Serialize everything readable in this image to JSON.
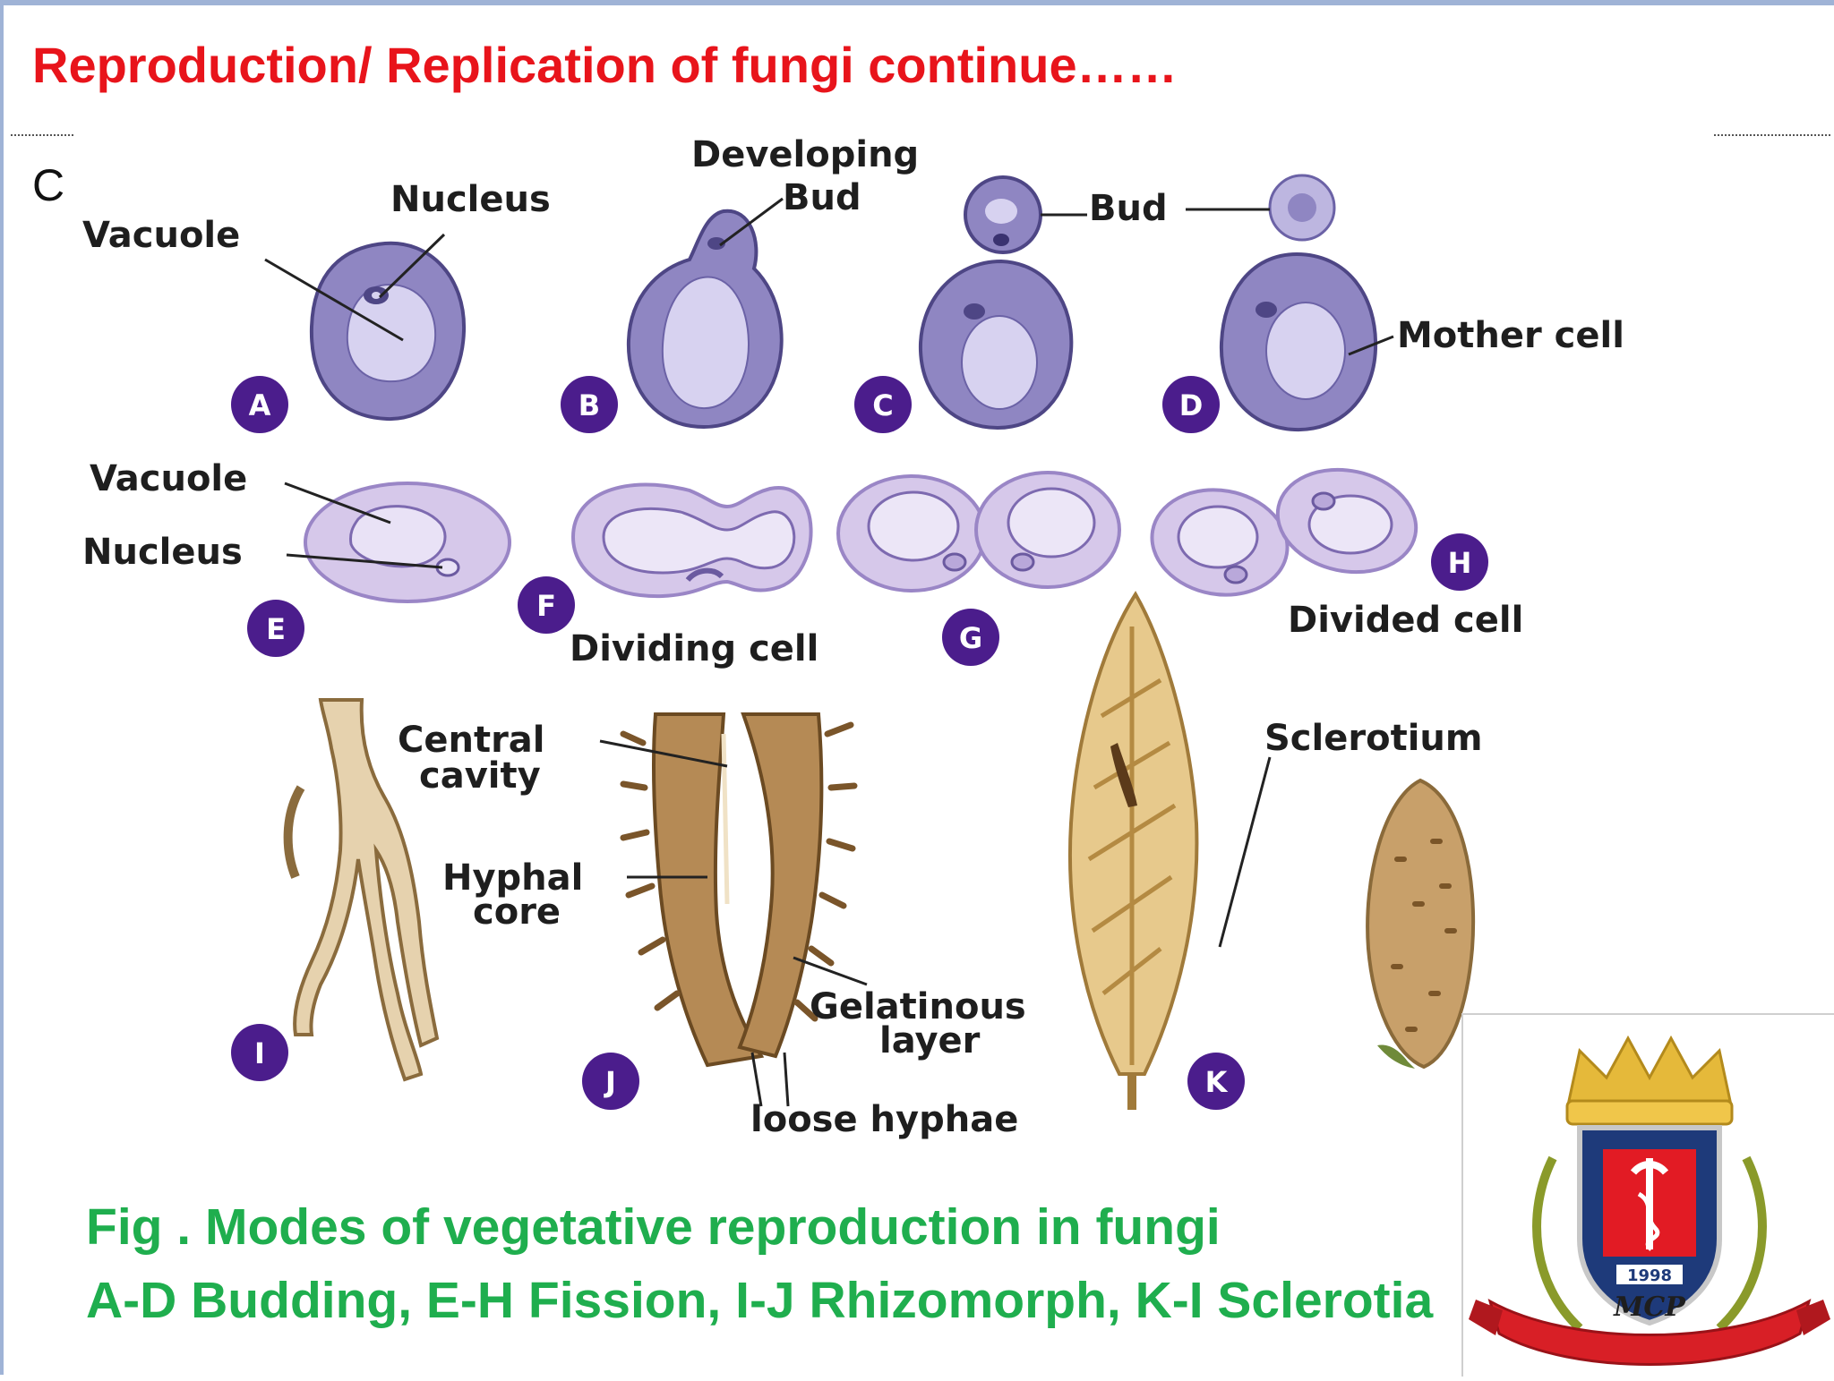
{
  "slide": {
    "title": "Reproduction/ Replication of fungi continue……",
    "letter": "C"
  },
  "labels": {
    "vacuole_a": "Vacuole",
    "nucleus_a": "Nucleus",
    "developing": "Developing",
    "bud_b": "Bud",
    "bud_c": "Bud",
    "mother_cell": "Mother cell",
    "vacuole_e": "Vacuole",
    "nucleus_e": "Nucleus",
    "dividing_cell": "Dividing cell",
    "divided_cell": "Divided cell",
    "central": "Central",
    "cavity": "cavity",
    "hyphal": "Hyphal",
    "core": "core",
    "gelatinous": "Gelatinous",
    "layer": "layer",
    "loose_hyphae": "loose hyphae",
    "sclerotium": "Sclerotium"
  },
  "badges": [
    "A",
    "B",
    "C",
    "D",
    "E",
    "F",
    "G",
    "H",
    "I",
    "J",
    "K"
  ],
  "caption": {
    "line1": "Fig . Modes of vegetative reproduction in fungi",
    "line2": "A-D Budding,  E-H Fission, I-J Rhizomorph, K-I Sclerotia"
  },
  "logo": {
    "year": "1998",
    "mark": "MCP"
  },
  "colors": {
    "title": "#e8141b",
    "caption": "#1fae4e",
    "badge": "#4b1d8c",
    "cell_fill": "#8f86c2",
    "fission_fill": "#d6c8ea"
  }
}
